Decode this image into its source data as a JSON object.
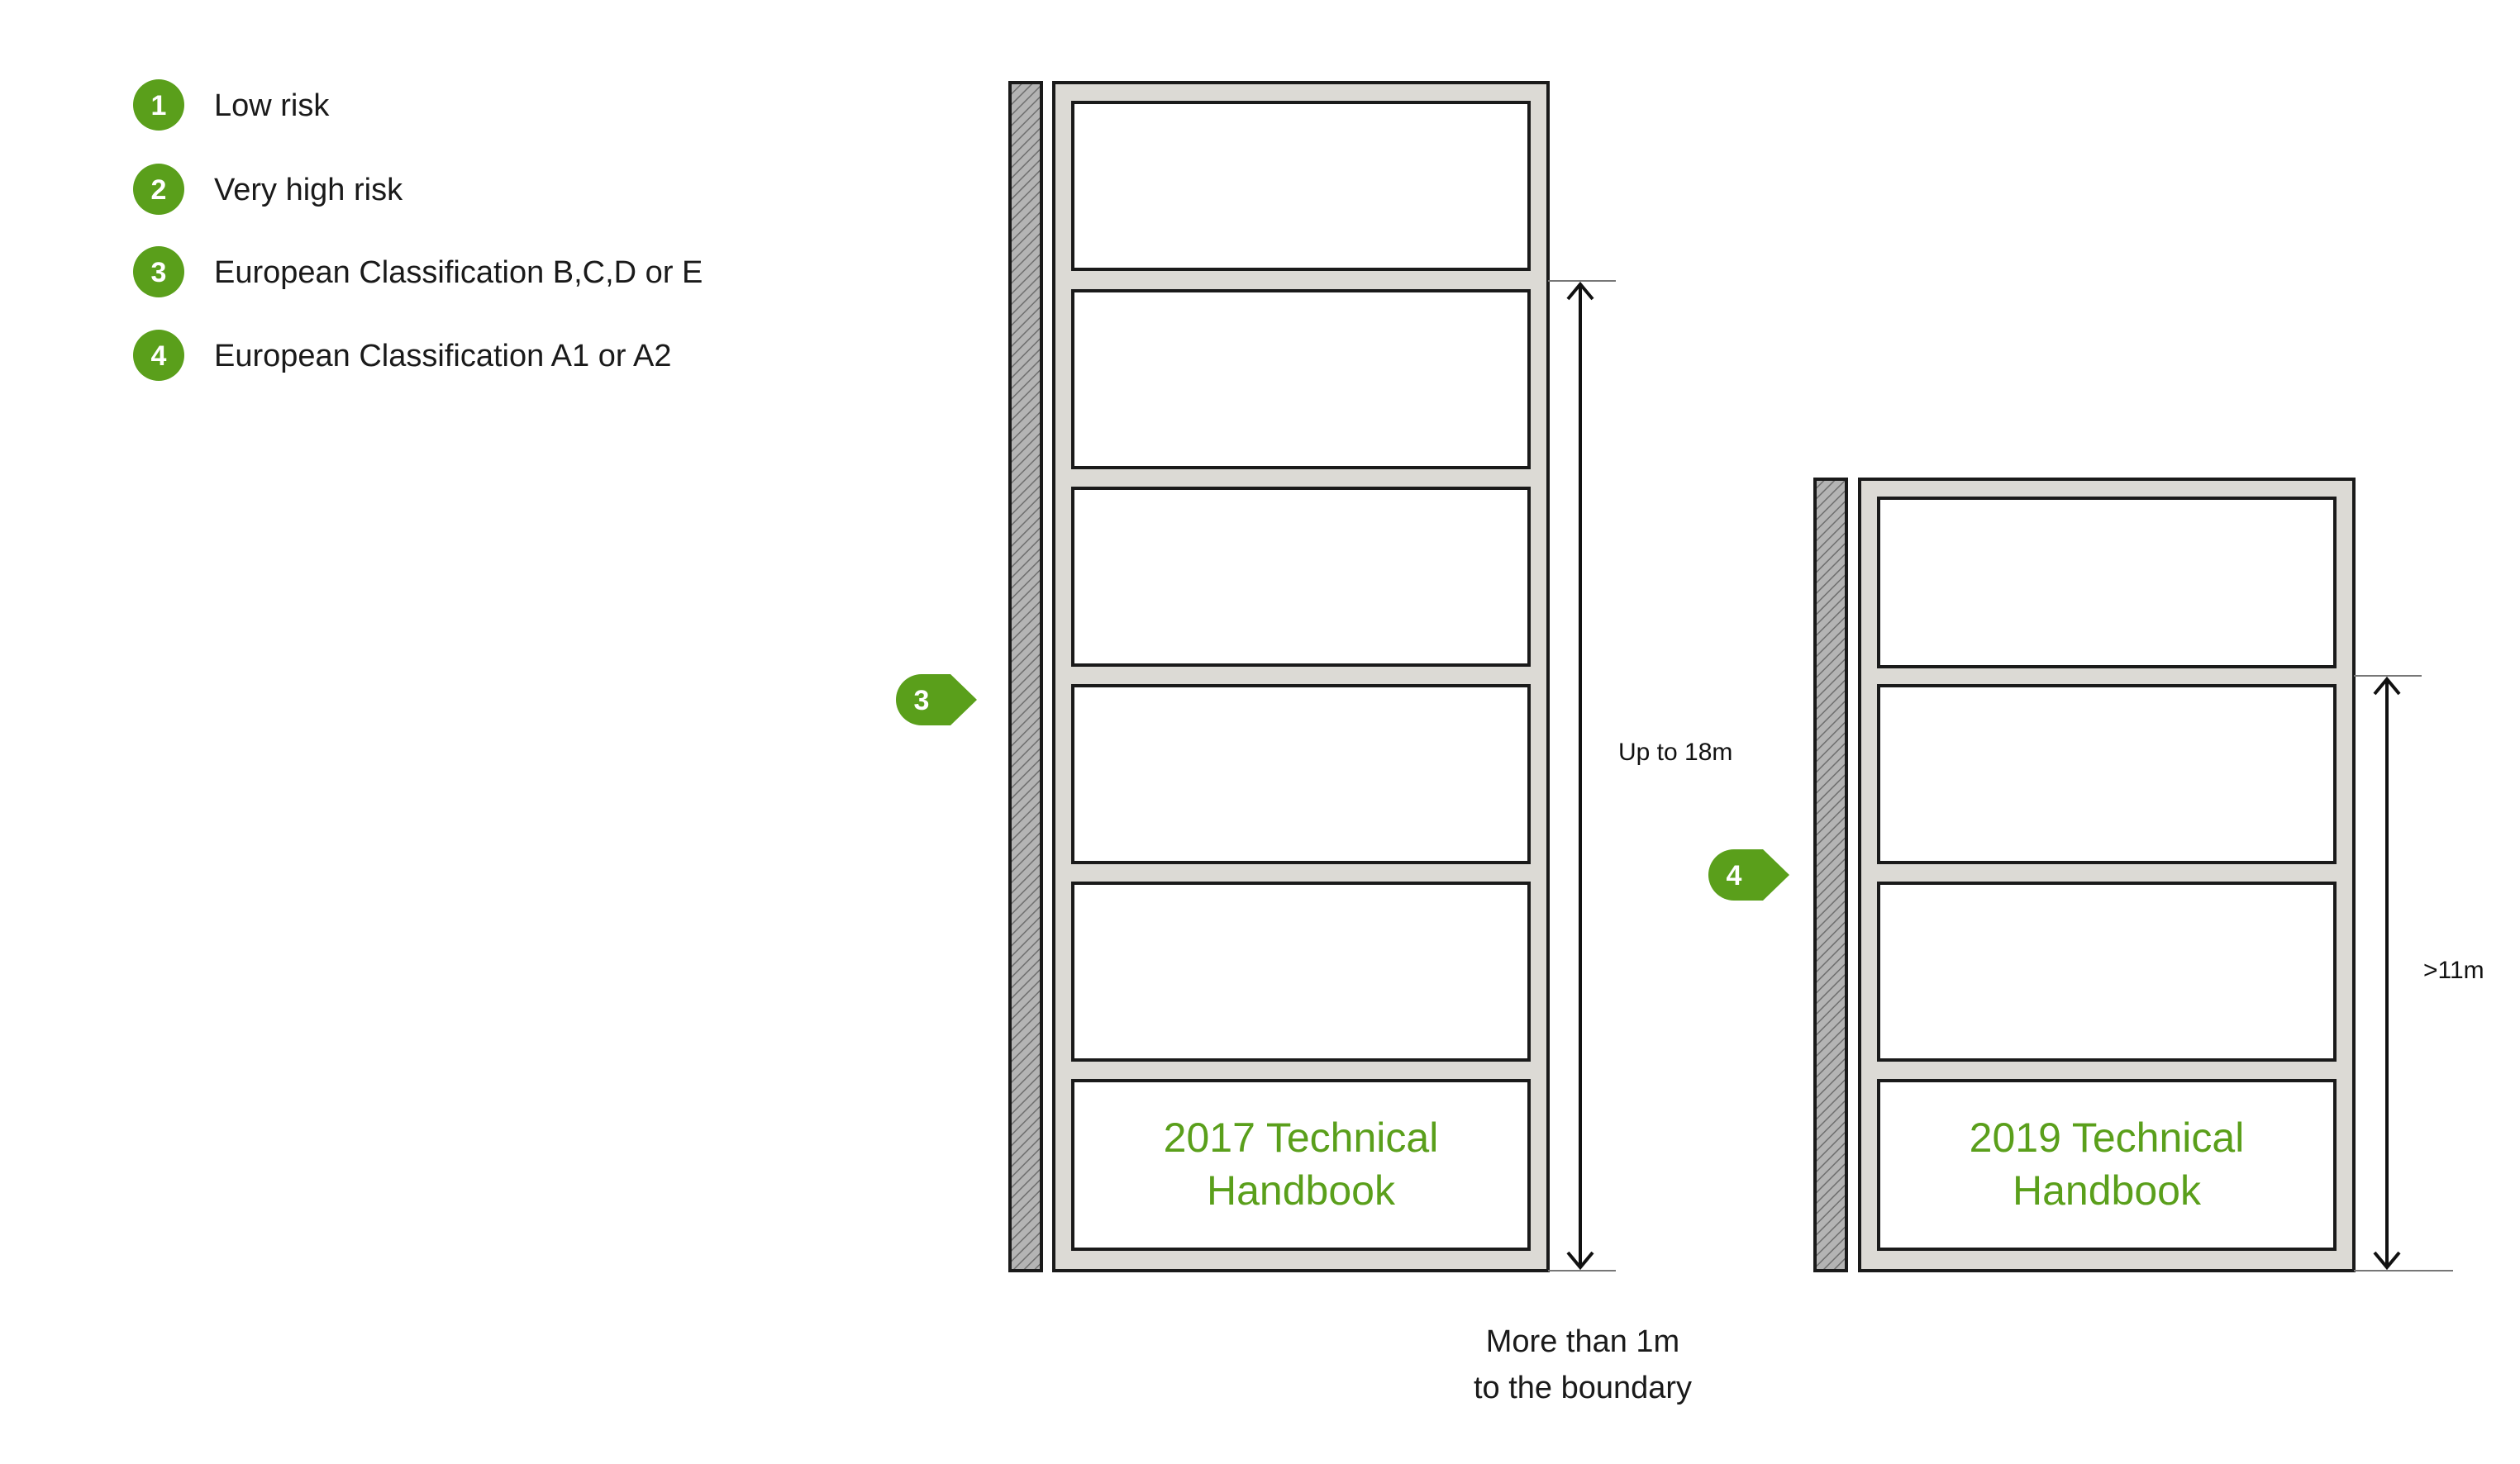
{
  "legend": {
    "items": [
      {
        "number": "1",
        "label": "Low risk"
      },
      {
        "number": "2",
        "label": "Very high risk"
      },
      {
        "number": "3",
        "label": "European Classification B,C,D or E"
      },
      {
        "number": "4",
        "label": "European Classification A1 or A2"
      }
    ]
  },
  "buildings": [
    {
      "marker": "3",
      "handbook_line1": "2017 Technical",
      "handbook_line2": "Handbook",
      "storeys": 6,
      "height_label": "Up to 18m"
    },
    {
      "marker": "4",
      "handbook_line1": "2019 Technical",
      "handbook_line2": "Handbook",
      "storeys": 4,
      "height_label": ">11m"
    }
  ],
  "boundary_note": {
    "line1": "More than 1m",
    "line2": "to the boundary"
  },
  "colors": {
    "accent_green": "#5a9f1b",
    "frame_grey": "#dcdad5",
    "wall_hatch": "#9a9a9a",
    "outline": "#1a1a1a"
  }
}
